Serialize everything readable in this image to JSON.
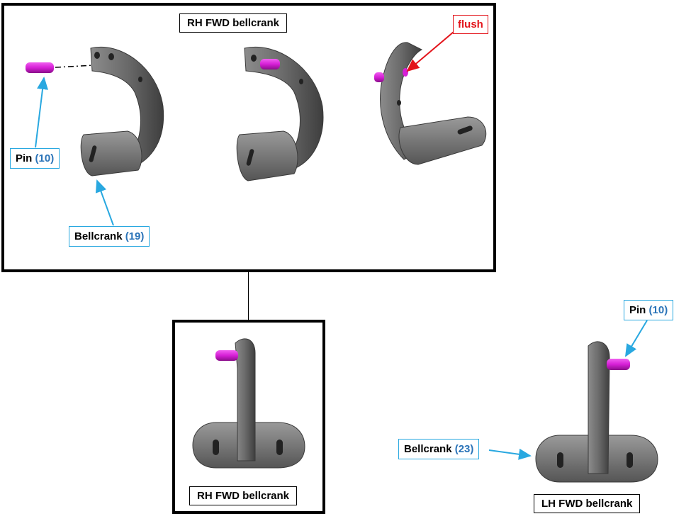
{
  "top_frame": {
    "title": "RH FWD bellcrank"
  },
  "callouts": {
    "pin_top": {
      "label": "Pin",
      "number": "(10)"
    },
    "bellcrank_top": {
      "label": "Bellcrank",
      "number": "(19)"
    },
    "flush": {
      "label": "flush"
    },
    "pin_lh": {
      "label": "Pin",
      "number": "(10)"
    },
    "bellcrank_lh": {
      "label": "Bellcrank",
      "number": "(23)"
    }
  },
  "bottom_center": {
    "title": "RH FWD bellcrank"
  },
  "bottom_right": {
    "title": "LH FWD bellcrank"
  },
  "colors": {
    "pin": "#d61fd6",
    "part": "#6f6f6f",
    "callout_border": "#29a8e0",
    "callout_number": "#2a73b8",
    "flush_red": "#e3141b"
  }
}
